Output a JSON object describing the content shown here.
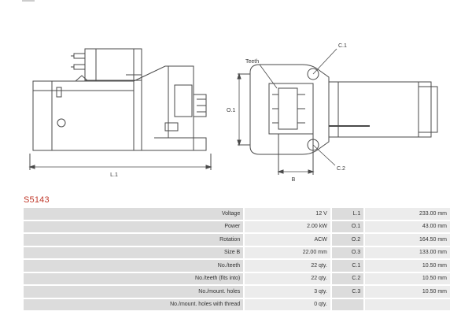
{
  "product_code": "S5143",
  "drawing": {
    "side_label_length": "L.1",
    "end_label_teeth": "Teeth",
    "end_label_o1": "O.1",
    "end_label_c1": "C.1",
    "end_label_c2": "C.2",
    "end_label_b": "B"
  },
  "specs": [
    {
      "label": "Voltage",
      "value": "12 V",
      "dim": "L.1",
      "dim_value": "233.00 mm"
    },
    {
      "label": "Power",
      "value": "2.00 kW",
      "dim": "O.1",
      "dim_value": "43.00 mm"
    },
    {
      "label": "Rotation",
      "value": "ACW",
      "dim": "O.2",
      "dim_value": "164.50 mm"
    },
    {
      "label": "Size B",
      "value": "22.00 mm",
      "dim": "O.3",
      "dim_value": "133.00 mm"
    },
    {
      "label": "No./teeth",
      "value": "22 qty.",
      "dim": "C.1",
      "dim_value": "10.50 mm"
    },
    {
      "label": "No./teeth (fits into)",
      "value": "22 qty.",
      "dim": "C.2",
      "dim_value": "10.50 mm"
    },
    {
      "label": "No./mount. holes",
      "value": "3 qty.",
      "dim": "C.3",
      "dim_value": "10.50 mm"
    },
    {
      "label": "No./mount. holes with thread",
      "value": "0 qty.",
      "dim": "",
      "dim_value": ""
    }
  ]
}
